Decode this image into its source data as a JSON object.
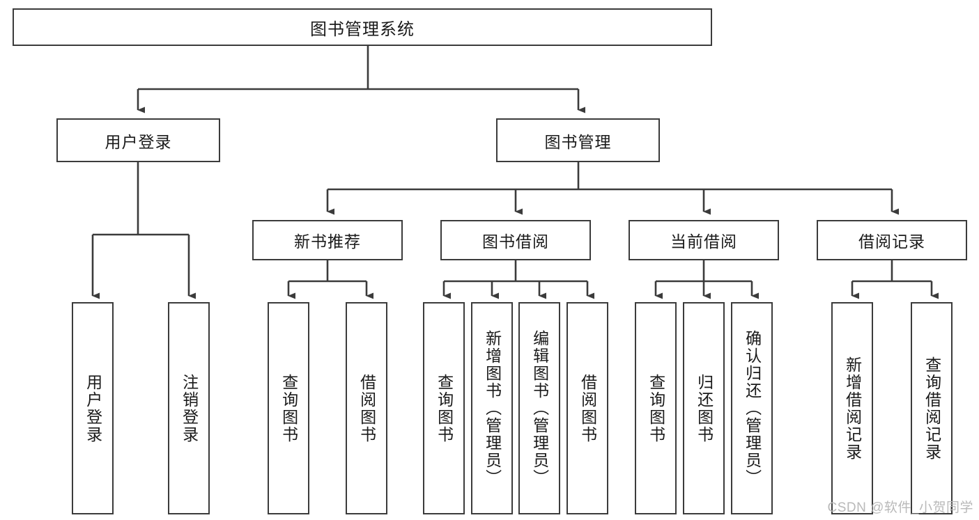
{
  "diagram": {
    "type": "tree-hierarchy-chart",
    "title": "图书管理系统",
    "stroke_color": "#3b3b3b",
    "background_color": "#ffffff",
    "text_color": "#1a1a1a"
  },
  "root": {
    "label": "图书管理系统"
  },
  "level2": [
    {
      "label": "用户登录"
    },
    {
      "label": "图书管理"
    }
  ],
  "level3": [
    {
      "label": "新书推荐"
    },
    {
      "label": "图书借阅"
    },
    {
      "label": "当前借阅"
    },
    {
      "label": "借阅记录"
    }
  ],
  "leaves": {
    "user_login": [
      {
        "label": "用户登录"
      },
      {
        "label": "注销登录"
      }
    ],
    "new_book_recommend": [
      {
        "label": "查询图书"
      },
      {
        "label": "借阅图书"
      }
    ],
    "book_borrow": [
      {
        "label": "查询图书"
      },
      {
        "label": "新增图书（管理员）"
      },
      {
        "label": "编辑图书（管理员）"
      },
      {
        "label": "借阅图书"
      }
    ],
    "current_borrow": [
      {
        "label": "查询图书"
      },
      {
        "label": "归还图书"
      },
      {
        "label": "确认归还（管理员）"
      }
    ],
    "borrow_record": [
      {
        "label": "新增借阅记录"
      },
      {
        "label": "查询借阅记录"
      }
    ]
  },
  "watermark": {
    "text": "CSDN @软件_小贺同学",
    "color": "#b9b9b9"
  }
}
